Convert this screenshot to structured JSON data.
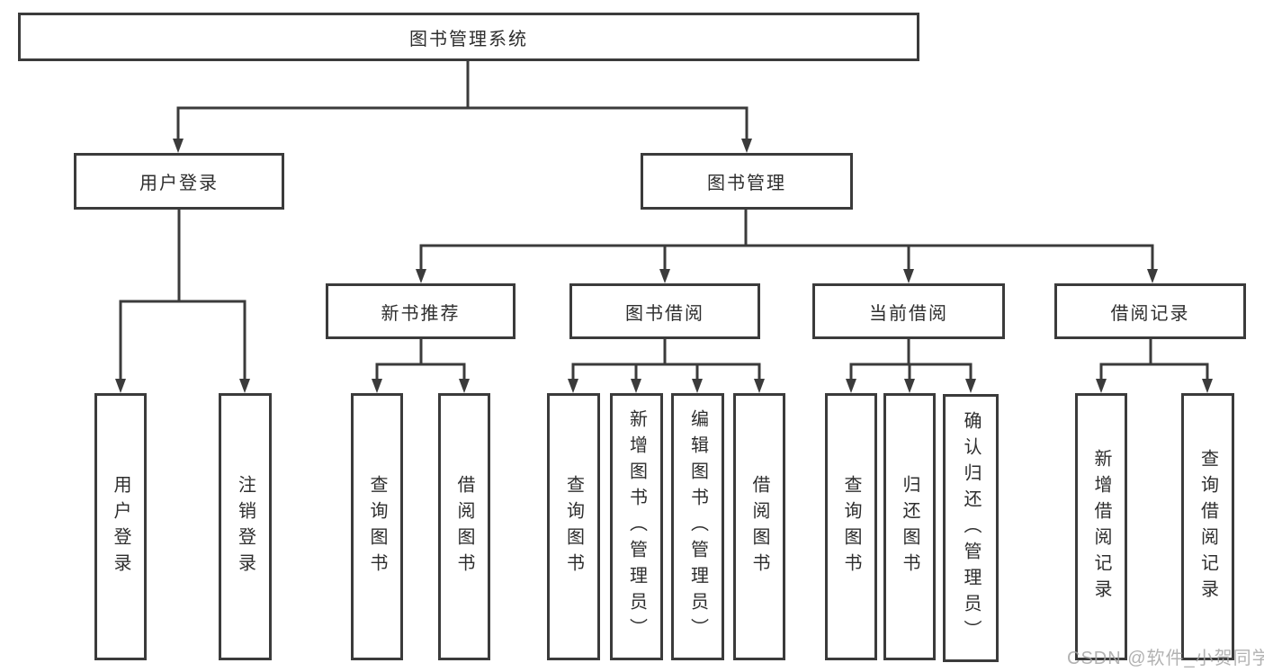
{
  "diagram": {
    "type": "hierarchy-tree",
    "colors": {
      "line": "#3b3b3b",
      "box_border": "#3b3b3b",
      "box_fill": "#ffffff",
      "text": "#2e2e2e",
      "background": "#ffffff"
    },
    "tree": {
      "label": "图书管理系统",
      "children": [
        {
          "label": "用户登录",
          "children": [
            {
              "label": "用户登录"
            },
            {
              "label": "注销登录"
            }
          ]
        },
        {
          "label": "图书管理",
          "children": [
            {
              "label": "新书推荐",
              "children": [
                {
                  "label": "查询图书"
                },
                {
                  "label": "借阅图书"
                }
              ]
            },
            {
              "label": "图书借阅",
              "children": [
                {
                  "label": "查询图书"
                },
                {
                  "label": "新增图书（管理员）"
                },
                {
                  "label": "编辑图书（管理员）"
                },
                {
                  "label": "借阅图书"
                }
              ]
            },
            {
              "label": "当前借阅",
              "children": [
                {
                  "label": "查询图书"
                },
                {
                  "label": "归还图书"
                },
                {
                  "label": "确认归还（管理员）"
                }
              ]
            },
            {
              "label": "借阅记录",
              "children": [
                {
                  "label": "新增借阅记录"
                },
                {
                  "label": "查询借阅记录"
                }
              ]
            }
          ]
        }
      ]
    }
  },
  "watermark": {
    "text": "CSDN @软件_小贺同学",
    "color": "#a4a4a4"
  }
}
